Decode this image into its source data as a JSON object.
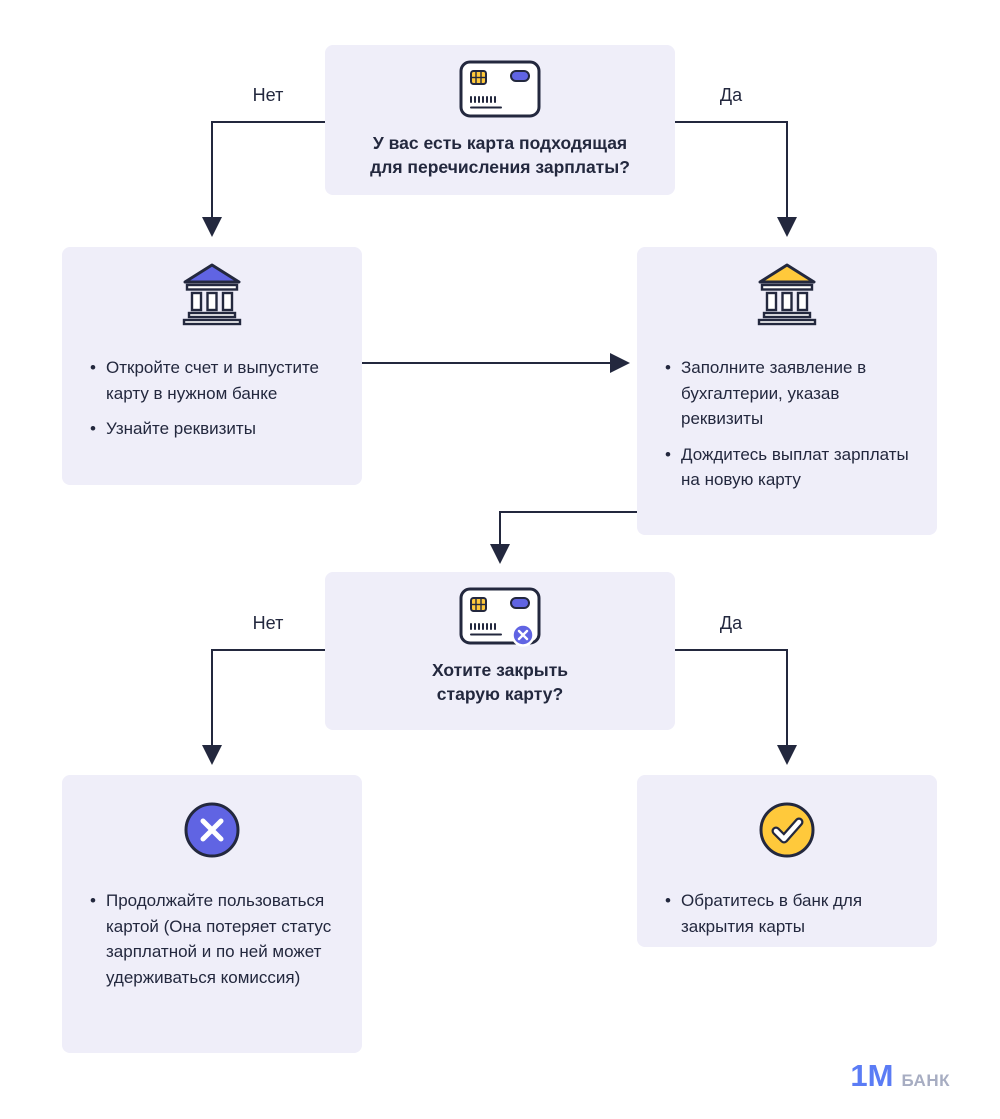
{
  "colors": {
    "accent_blue": "#6064E3",
    "accent_yellow": "#FFC93B",
    "box_bg": "#EFEEF9",
    "text": "#23283E",
    "line": "#23283E",
    "logo_blue": "#5B7CF5",
    "logo_gray": "#A7ADC2",
    "white": "#FFFFFF"
  },
  "labels": {
    "no": "Нет",
    "yes": "Да"
  },
  "questions": {
    "q1": "У вас есть карта подходящая для перечисления зарплаты?",
    "q2": "Хотите закрыть старую карту?"
  },
  "boxes": {
    "open_account": {
      "bullets": [
        "Откройте счет и выпустите карту в нужном банке",
        "Узнайте реквизиты"
      ]
    },
    "fill_application": {
      "bullets": [
        "Заполните заявление в бухгалтерии, указав реквизиты",
        "Дождитесь выплат зарплаты на новую карту"
      ]
    },
    "keep_card": {
      "bullets": [
        "Продолжайте пользоваться картой (Она потеряет статус зарплатной и по ней может удерживаться комиссия)"
      ]
    },
    "close_card": {
      "bullets": [
        "Обратитесь в банк для закрытия карты"
      ]
    }
  },
  "icons": {
    "q1": "credit-card-icon",
    "open_account": "bank-building-icon-blue",
    "fill_application": "bank-building-icon-yellow",
    "q2": "credit-card-close-icon",
    "keep_card": "cross-circle-icon",
    "close_card": "check-circle-icon"
  },
  "logo": {
    "mark": "1M",
    "text": "БАНК"
  }
}
